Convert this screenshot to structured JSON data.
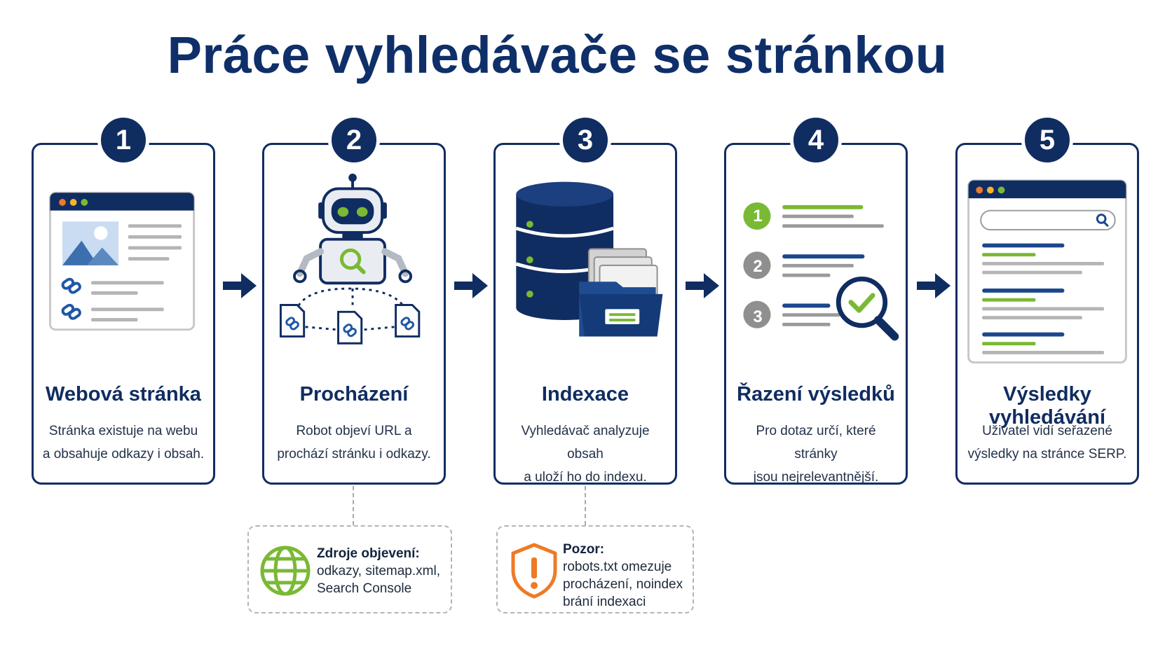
{
  "title": "Práce vyhledávače se stránkou",
  "colors": {
    "navy": "#102d61",
    "green": "#7ab934",
    "gray": "#a9a9a9",
    "orange": "#ee7a26",
    "light_blue": "#9cc3ea"
  },
  "steps": [
    {
      "number": "1",
      "title": "Webová stránka",
      "desc_line1": "Stránka existuje na webu",
      "desc_line2": "a obsahuje odkazy i obsah.",
      "icon": "webpage-icon"
    },
    {
      "number": "2",
      "title": "Procházení",
      "desc_line1": "Robot objeví URL a",
      "desc_line2": "prochází stránku i odkazy.",
      "icon": "crawler-robot-icon"
    },
    {
      "number": "3",
      "title": "Indexace",
      "desc_line1": "Vyhledávač analyzuje obsah",
      "desc_line2": "a uloží ho do indexu.",
      "icon": "database-index-icon"
    },
    {
      "number": "4",
      "title": "Řazení výsledků",
      "desc_line1": "Pro dotaz určí, které stránky",
      "desc_line2": "jsou nejrelevantnější.",
      "icon": "ranking-icon",
      "rank_labels": [
        "1",
        "2",
        "3"
      ]
    },
    {
      "number": "5",
      "title": "Výsledky vyhledávání",
      "desc_line1": "Uživatel vidí seřazené",
      "desc_line2": "výsledky na stránce SERP.",
      "icon": "serp-icon"
    }
  ],
  "notes": {
    "discovery": {
      "heading": "Zdroje objevení:",
      "line1": "odkazy, sitemap.xml,",
      "line2": "Search Console",
      "icon": "globe-icon"
    },
    "warning": {
      "heading": "Pozor:",
      "line1": "robots.txt omezuje",
      "line2": "procházení, noindex",
      "line3": "brání indexaci",
      "icon": "warning-shield-icon"
    }
  }
}
